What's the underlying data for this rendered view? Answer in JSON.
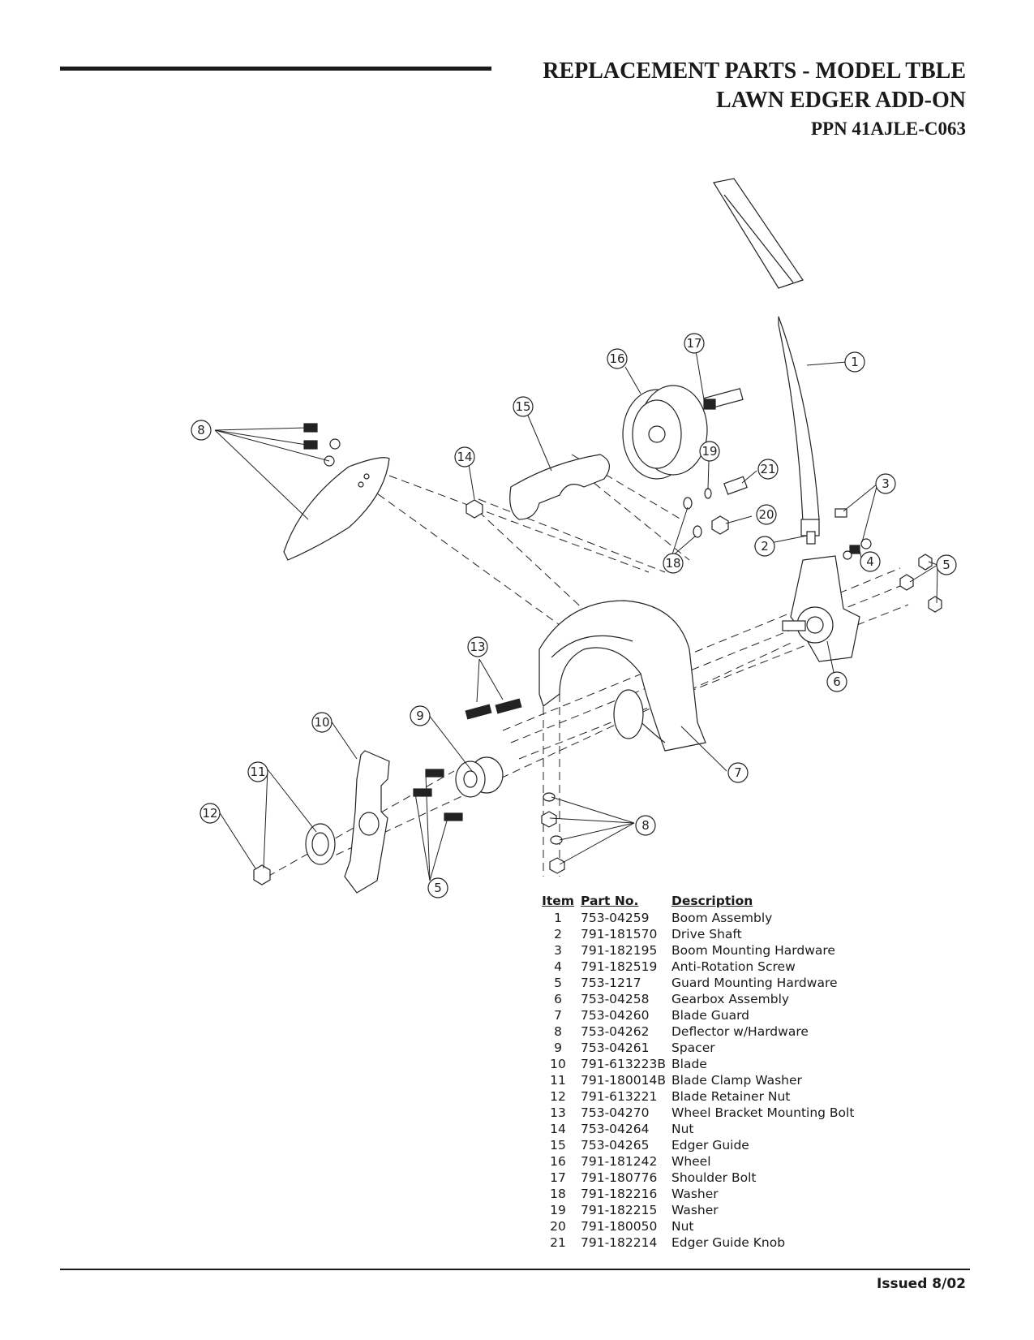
{
  "header": {
    "title_line1": "REPLACEMENT PARTS - MODEL TBLE",
    "title_line2": "LAWN EDGER ADD-ON",
    "title_line3": "PPN 41AJLE-C063"
  },
  "parts_table": {
    "headers": {
      "item": "Item",
      "part_no": "Part No.",
      "description": "Description"
    },
    "rows": [
      {
        "item": "1",
        "part": "753-04259",
        "desc": "Boom Assembly"
      },
      {
        "item": "2",
        "part": "791-181570",
        "desc": "Drive Shaft"
      },
      {
        "item": "3",
        "part": "791-182195",
        "desc": "Boom Mounting Hardware"
      },
      {
        "item": "4",
        "part": "791-182519",
        "desc": "Anti-Rotation Screw"
      },
      {
        "item": "5",
        "part": "753-1217",
        "desc": "Guard Mounting Hardware"
      },
      {
        "item": "6",
        "part": "753-04258",
        "desc": "Gearbox Assembly"
      },
      {
        "item": "7",
        "part": "753-04260",
        "desc": "Blade Guard"
      },
      {
        "item": "8",
        "part": "753-04262",
        "desc": "Deflector w/Hardware"
      },
      {
        "item": "9",
        "part": "753-04261",
        "desc": "Spacer"
      },
      {
        "item": "10",
        "part": "791-613223B",
        "desc": "Blade"
      },
      {
        "item": "11",
        "part": "791-180014B",
        "desc": "Blade Clamp Washer"
      },
      {
        "item": "12",
        "part": "791-613221",
        "desc": "Blade Retainer Nut"
      },
      {
        "item": "13",
        "part": "753-04270",
        "desc": "Wheel Bracket Mounting Bolt"
      },
      {
        "item": "14",
        "part": "753-04264",
        "desc": "Nut"
      },
      {
        "item": "15",
        "part": "753-04265",
        "desc": "Edger Guide"
      },
      {
        "item": "16",
        "part": "791-181242",
        "desc": "Wheel"
      },
      {
        "item": "17",
        "part": "791-180776",
        "desc": "Shoulder Bolt"
      },
      {
        "item": "18",
        "part": "791-182216",
        "desc": "Washer"
      },
      {
        "item": "19",
        "part": "791-182215",
        "desc": "Washer"
      },
      {
        "item": "20",
        "part": "791-180050",
        "desc": "Nut"
      },
      {
        "item": "21",
        "part": "791-182214",
        "desc": "Edger Guide Knob"
      }
    ]
  },
  "diagram": {
    "callouts": [
      "1",
      "2",
      "3",
      "4",
      "5",
      "5",
      "6",
      "7",
      "8",
      "8",
      "9",
      "10",
      "11",
      "12",
      "13",
      "14",
      "15",
      "16",
      "17",
      "18",
      "19",
      "20",
      "21"
    ]
  },
  "footer": {
    "issued": "Issued 8/02"
  }
}
